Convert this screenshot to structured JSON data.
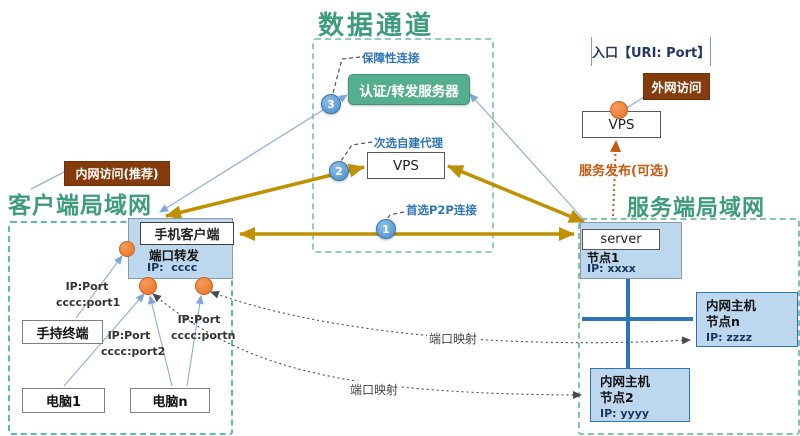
{
  "palette": {
    "title_green": "#3E9B7C",
    "auth_green": "#55AE8C",
    "gold_arrow": "#BF9000",
    "steel_blue_line": "#95B3D7",
    "number_badge_blue": "#5B9BD5",
    "orange_dot": "#ED7D31",
    "brown_badge": "#843C0C",
    "light_blue_fill": "#BDD7EE",
    "network_blue": "#2E75B6",
    "publish_orange": "#C55A11",
    "entry_navy": "#1F3864"
  },
  "titles": {
    "data_channel": "数据通道",
    "client_lan": "客户端局域网",
    "server_lan": "服务端局域网"
  },
  "badges": {
    "intranet_access": "内网访问(推荐)",
    "extranet_access": "外网访问",
    "entry": "入口【URI: Port】",
    "service_publish": "服务发布(可选)"
  },
  "connections": {
    "guaranteed": "保障性连接",
    "secondary_proxy": "次选自建代理",
    "primary_p2p": "首选P2P连接",
    "num1": "1",
    "num2": "2",
    "num3": "3",
    "port_mapping_1": "端口映射",
    "port_mapping_2": "端口映射"
  },
  "nodes": {
    "auth_server": "认证/转发服务器",
    "vps_mid": "VPS",
    "vps_top": "VPS",
    "mobile_client": {
      "title": "手机客户端",
      "sub": "端口转发",
      "ip": "IP:  cccc"
    },
    "server": {
      "title": "server",
      "node": "节点1",
      "ip": "IP: xxxx"
    },
    "host_n": {
      "title": "内网主机",
      "node": "节点n",
      "ip": "IP: zzzz"
    },
    "host_2": {
      "title": "内网主机",
      "node": "节点2",
      "ip": "IP: yyyy"
    },
    "handheld": "手持终端",
    "pc1": "电脑1",
    "pcn": "电脑n"
  },
  "port_labels": {
    "p1": {
      "line1": "IP:Port",
      "line2": "cccc:port1"
    },
    "p2": {
      "line1": "IP:Port",
      "line2": "cccc:port2"
    },
    "pn": {
      "line1": "IP:Port",
      "line2": "cccc:portn"
    }
  }
}
